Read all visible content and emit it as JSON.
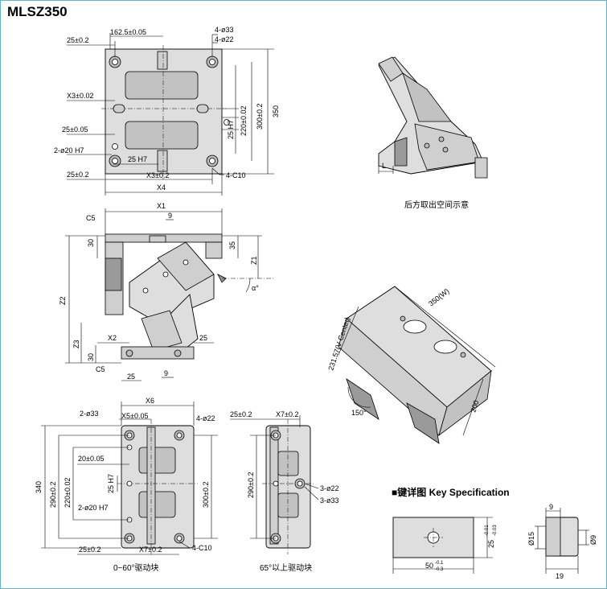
{
  "title": "MLSZ350",
  "top_view": {
    "dims": [
      "25±0.2",
      "162.5±0.05",
      "4-ø33",
      "4-ø22",
      "X3±0.02",
      "25±0.05",
      "2-ø20 H7",
      "25 H7",
      "X3±0.2",
      "25±0.2",
      "X4",
      "4-C10",
      "220±0.02",
      "300±0.2",
      "350",
      "25 H7"
    ]
  },
  "side_view": {
    "dims": [
      "X1",
      "9",
      "C5",
      "30",
      "35",
      "Z1",
      "α°",
      "Z2",
      "Z3",
      "X2",
      "30",
      "C5",
      "25",
      "25",
      "9"
    ]
  },
  "iso_top": {
    "caption": "后方取出空间示意",
    "dims": [
      "L"
    ]
  },
  "iso_bottom": {
    "dims": [
      "350(W)",
      "231.57(V Center)",
      "150°",
      "200"
    ]
  },
  "drive_a": {
    "caption": "0~60°驱动块",
    "dims": [
      "X6",
      "2-ø33",
      "X5±0.05",
      "4-ø22",
      "20±0.05",
      "25 H7",
      "2-ø20 H7",
      "340",
      "290±0.2",
      "220±0.02",
      "300±0.2",
      "25±0.2",
      "X7±0.2",
      "4-C10"
    ]
  },
  "drive_b": {
    "caption": "65°以上驱动块",
    "dims": [
      "25±0.2",
      "X7±0.2",
      "290±0.2",
      "3-ø22",
      "3-ø33"
    ]
  },
  "key": {
    "title": "■键详图 Key Specification",
    "dims": [
      "25",
      "-0.01",
      "-0.03",
      "50",
      "-0.1",
      "-0.3",
      "9",
      "Ø15",
      "Ø9",
      "19"
    ]
  }
}
